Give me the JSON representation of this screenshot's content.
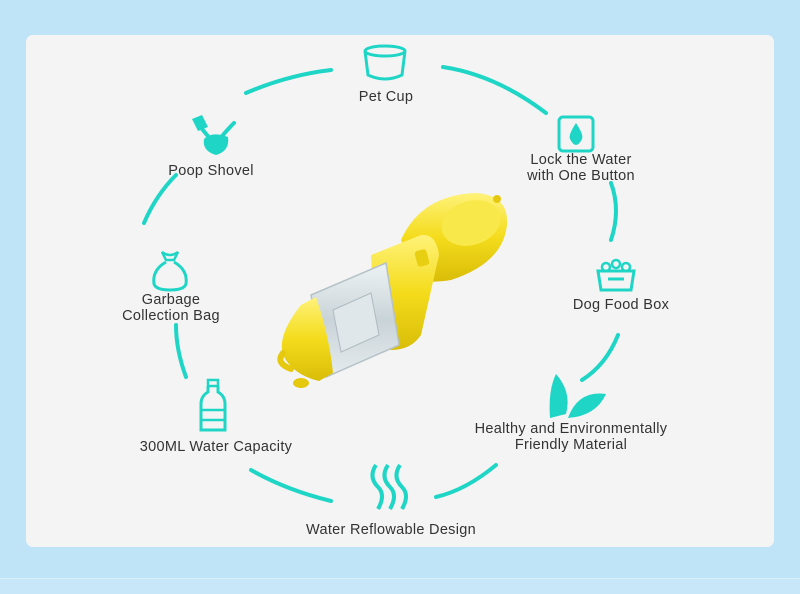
{
  "colors": {
    "page_background": "#bfe3f7",
    "card_background": "#f4f4f4",
    "ring_and_icons": "#1fd6c6",
    "bottle_yellow": "#f4dc1c",
    "label_text": "#333333"
  },
  "features": {
    "pet_cup": {
      "label": "Pet Cup",
      "icon": "cup-icon"
    },
    "lock_water": {
      "line1": "Lock the Water",
      "line2": "with One Button",
      "icon": "water-drop-lock-icon"
    },
    "dog_food_box": {
      "label": "Dog Food Box",
      "icon": "food-box-icon"
    },
    "material": {
      "line1": "Healthy and Environmentally",
      "line2": "Friendly Material",
      "icon": "leaf-icon"
    },
    "reflowable": {
      "label": "Water Reflowable Design",
      "icon": "water-wave-icon"
    },
    "capacity": {
      "label": "300ML Water Capacity",
      "icon": "water-bottle-icon"
    },
    "garbage_bag": {
      "line1": "Garbage",
      "line2": "Collection Bag",
      "icon": "garbage-bag-icon"
    },
    "poop_shovel": {
      "label": "Poop Shovel",
      "icon": "shovel-icon"
    }
  },
  "product": {
    "icon": "pet-water-bottle-image"
  }
}
